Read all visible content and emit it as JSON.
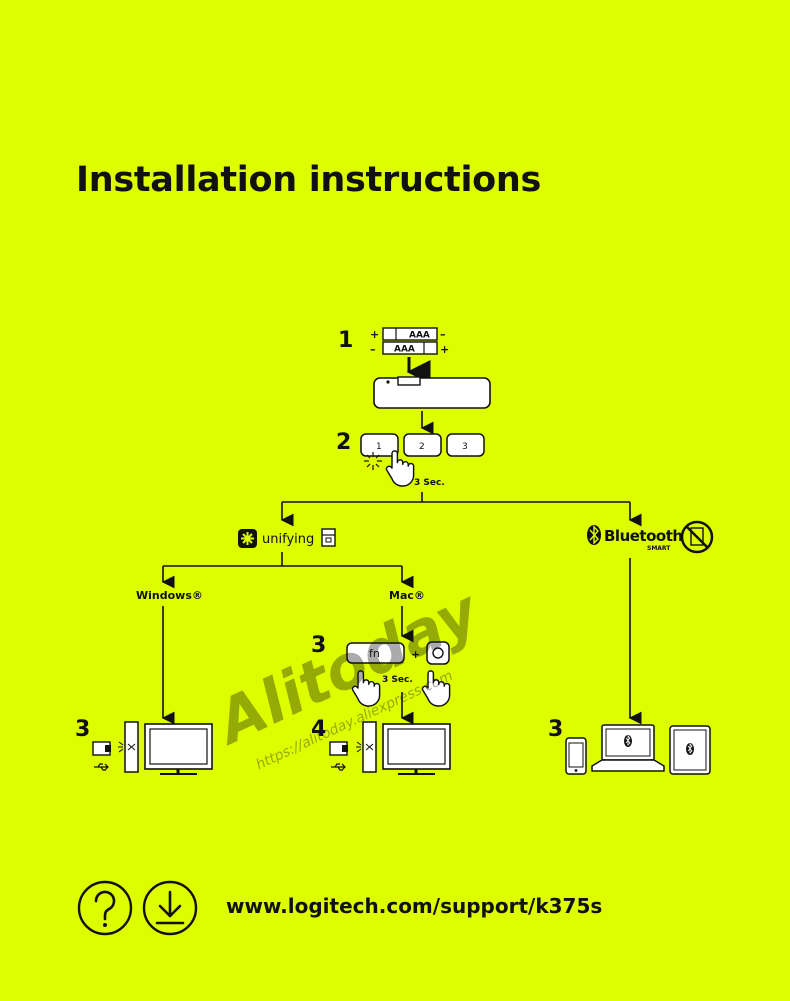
{
  "title": "Installation instructions",
  "steps": {
    "step1": "1",
    "step2": "2",
    "step3_left": "3",
    "step3_mid": "3",
    "step4_mid": "4",
    "step3_right": "3"
  },
  "battery_label": "AAA",
  "battery_plus": "+",
  "battery_minus": "–",
  "channel_keys": [
    "1",
    "2",
    "3"
  ],
  "hold_time": "3 Sec.",
  "unifying_label": "unifying",
  "bluetooth_label": "Bluetooth",
  "bluetooth_sub": "SMART",
  "os": {
    "windows": "Windows®",
    "mac": "Mac®"
  },
  "key_combo": {
    "fn": "fn",
    "plus": "+",
    "hold_time": "3 Sec."
  },
  "watermark": {
    "brand": "Alitoday",
    "url": "https://alitoday.aliexpress.com"
  },
  "support_url": "www.logitech.com/support/k375s",
  "colors": {
    "background": "#dcfe00",
    "ink": "#111111"
  }
}
